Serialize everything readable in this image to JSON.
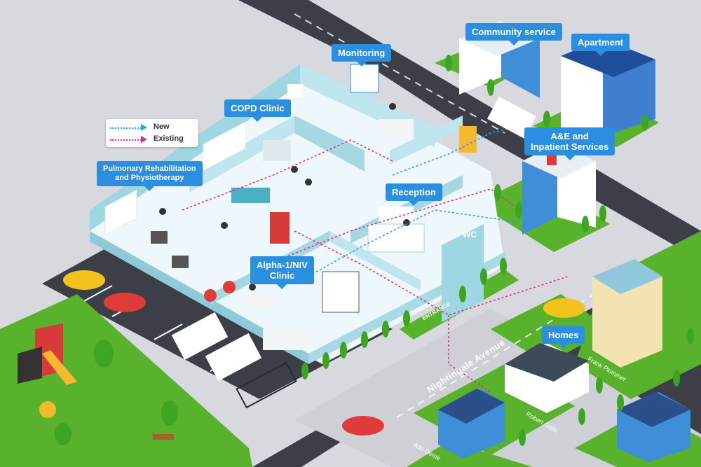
{
  "labels": {
    "community_service": "Community service",
    "apartment": "Apartment",
    "monitoring": "Monitoring",
    "copd_clinic": "COPD Clinic",
    "pulmonary_rehab_line1": "Pulmonary Rehabilitation",
    "pulmonary_rehab_line2": "and Physiotherapy",
    "ae_line1": "A&E and",
    "ae_line2": "Inpatient Services",
    "reception": "Reception",
    "alpha_line1": "Alpha-1/NIV",
    "alpha_line2": "Clinic",
    "homes": "Homes"
  },
  "legend": {
    "new": "New",
    "existing": "Existing",
    "new_color": "#2aa3e6",
    "existing_color": "#e0307a"
  },
  "streets": {
    "nightingale": "Nightingale Avenue",
    "frank": "Frank Plummer",
    "robert": "Robert Gallo",
    "ade": "Ade Demir",
    "entrance": "ENTRANCE",
    "wc": "WC"
  },
  "colors": {
    "road": "#3d3f48",
    "ground": "#d8d8df",
    "grass": "#58b22c",
    "wall": "#bfe6ee",
    "floor": "#eef7fb",
    "callout": "#2a8fe0"
  }
}
